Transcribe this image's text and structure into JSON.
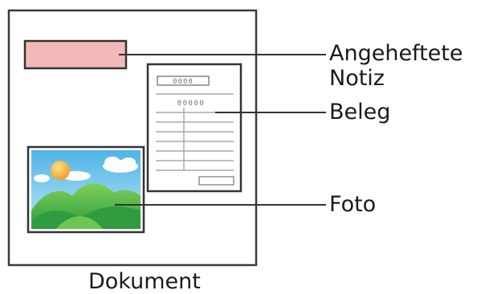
{
  "labels": {
    "note_line1": "Angeheftete",
    "note_line2": "Notiz",
    "receipt": "Beleg",
    "photo": "Foto",
    "document": "Dokument"
  },
  "receipt_marks": {
    "header_box_text": "0000",
    "row_text": "00000"
  },
  "colors": {
    "note_fill": "#f4b8b8",
    "outline": "#333333",
    "sky": "#6ec6ea",
    "sun": "#f5b131",
    "hill_dark": "#39a845",
    "hill_light": "#8fd35a",
    "cloud": "#ffffff"
  }
}
